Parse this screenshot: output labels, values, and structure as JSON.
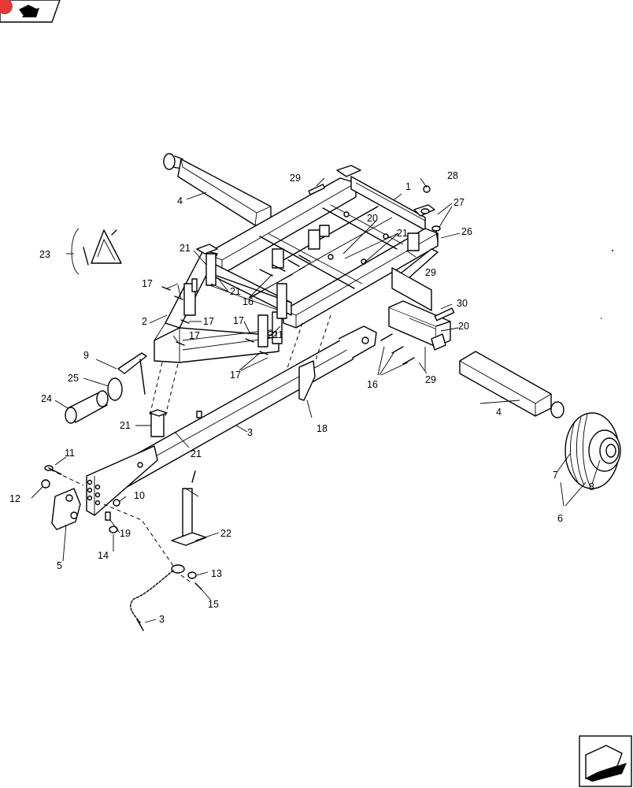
{
  "callouts": [
    {
      "id": "1",
      "text": "1"
    },
    {
      "id": "2",
      "text": "2"
    },
    {
      "id": "3a",
      "text": "3"
    },
    {
      "id": "3b",
      "text": "3"
    },
    {
      "id": "4a",
      "text": "4"
    },
    {
      "id": "4b",
      "text": "4"
    },
    {
      "id": "5",
      "text": "5"
    },
    {
      "id": "6",
      "text": "6"
    },
    {
      "id": "7",
      "text": "7"
    },
    {
      "id": "8",
      "text": "8"
    },
    {
      "id": "9",
      "text": "9"
    },
    {
      "id": "10",
      "text": "10"
    },
    {
      "id": "11",
      "text": "11"
    },
    {
      "id": "12",
      "text": "12"
    },
    {
      "id": "13",
      "text": "13"
    },
    {
      "id": "14",
      "text": "14"
    },
    {
      "id": "15",
      "text": "15"
    },
    {
      "id": "16a",
      "text": "16"
    },
    {
      "id": "16b",
      "text": "16"
    },
    {
      "id": "17a",
      "text": "17"
    },
    {
      "id": "17b",
      "text": "17"
    },
    {
      "id": "17c",
      "text": "17"
    },
    {
      "id": "17d",
      "text": "17"
    },
    {
      "id": "17e",
      "text": "17"
    },
    {
      "id": "18",
      "text": "18"
    },
    {
      "id": "19",
      "text": "19"
    },
    {
      "id": "20a",
      "text": "20"
    },
    {
      "id": "20b",
      "text": "20"
    },
    {
      "id": "21a",
      "text": "21"
    },
    {
      "id": "21b",
      "text": "21"
    },
    {
      "id": "21c",
      "text": "21"
    },
    {
      "id": "21d",
      "text": "21"
    },
    {
      "id": "21e",
      "text": "21"
    },
    {
      "id": "21f",
      "text": "21"
    },
    {
      "id": "21g",
      "text": "21"
    },
    {
      "id": "22",
      "text": "22"
    },
    {
      "id": "23",
      "text": "23"
    },
    {
      "id": "24",
      "text": "24"
    },
    {
      "id": "25",
      "text": "25"
    },
    {
      "id": "26",
      "text": "26"
    },
    {
      "id": "27",
      "text": "27"
    },
    {
      "id": "28",
      "text": "28"
    },
    {
      "id": "29a",
      "text": "29"
    },
    {
      "id": "29b",
      "text": "29"
    },
    {
      "id": "29c",
      "text": "29"
    },
    {
      "id": "30",
      "text": "30"
    }
  ],
  "nav": {
    "back_icon": "back-arrow-icon",
    "next_icon": "next-arrow-icon"
  }
}
